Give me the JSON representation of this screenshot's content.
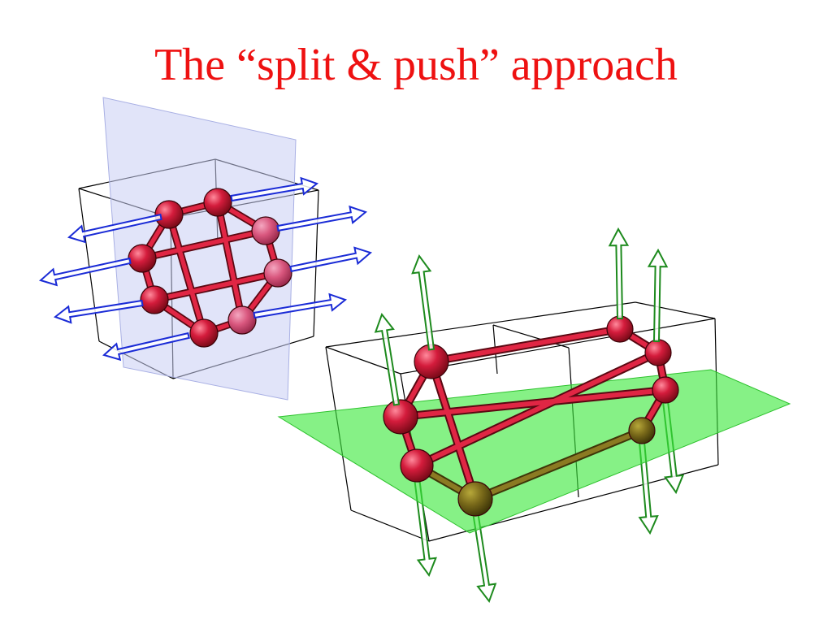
{
  "slide": {
    "title": "The “split & push” approach"
  },
  "colors": {
    "title": "#ee1111",
    "node_fill": "#d41c3c",
    "edge": "#d01c3a",
    "cut_plane_blue": "#c8cdf4",
    "push_arrow_blue": "#1a2bd6",
    "cut_plane_green": "#3ce83c",
    "push_arrow_green": "#1d8a1d",
    "box_outline": "#000000"
  },
  "icons": {
    "node": "sphere-node",
    "push": "double-line-arrow"
  }
}
